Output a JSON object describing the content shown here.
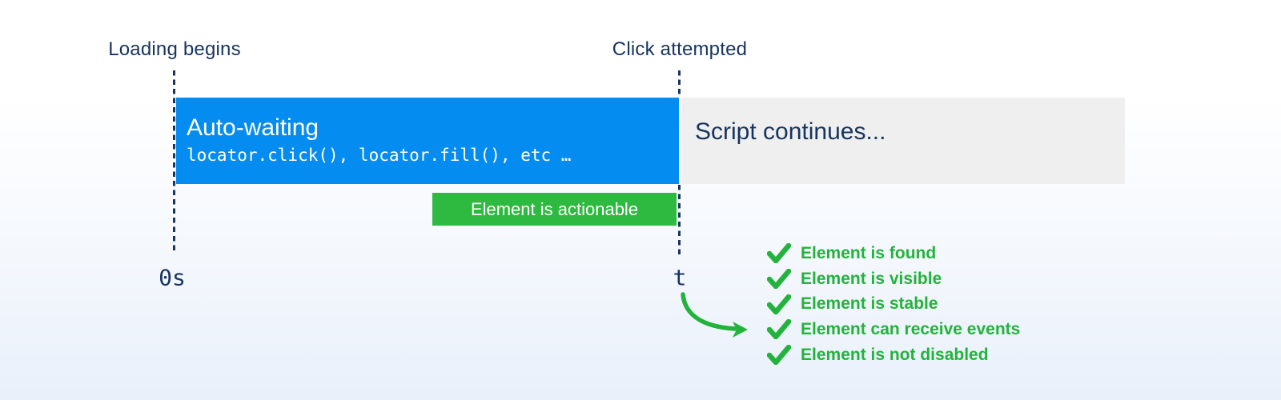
{
  "colors": {
    "navy": "#17345e",
    "blue": "#048cf0",
    "graybar": "#efefef",
    "green": "#23b33c",
    "green_badge": "#2eb940"
  },
  "timeline": {
    "start_label": "Loading begins",
    "end_label": "Click attempted",
    "start_tick": "0s",
    "end_tick": "t"
  },
  "bars": {
    "auto_waiting": {
      "title": "Auto-waiting",
      "code": "locator.click(), locator.fill(), etc …"
    },
    "script_continues": {
      "label": "Script continues..."
    }
  },
  "badge": {
    "label": "Element is actionable"
  },
  "checklist": {
    "items": [
      "Element is found",
      "Element is visible",
      "Element is stable",
      "Element can receive events",
      "Element is not disabled"
    ]
  },
  "icons": {
    "check": "check-icon",
    "arrow": "curved-arrow-icon"
  }
}
